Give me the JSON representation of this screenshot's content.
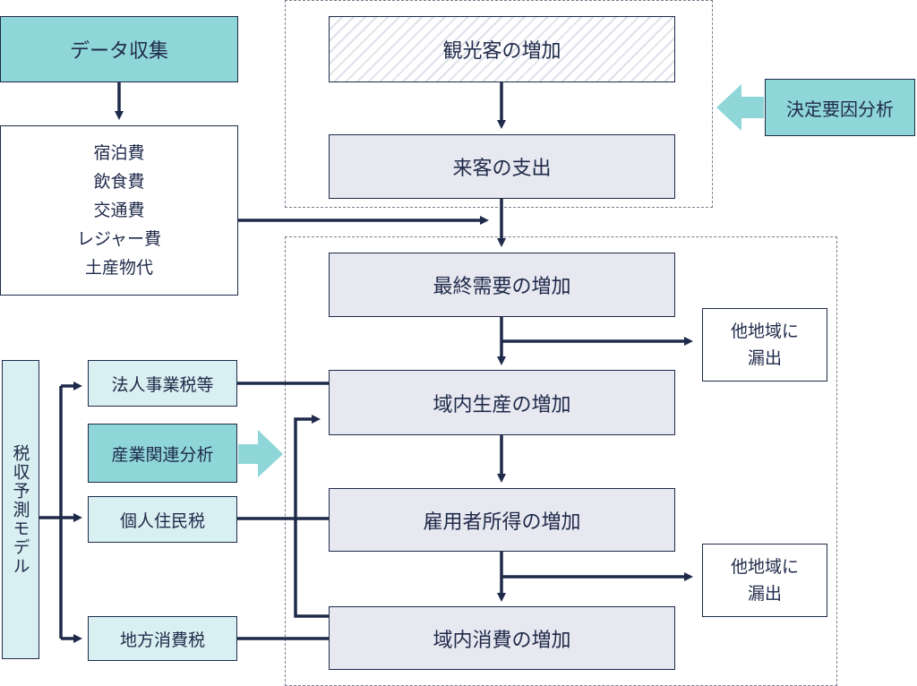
{
  "data_collection": "データ収集",
  "expenses": [
    "宿泊費",
    "飲食費",
    "交通費",
    "レジャー費",
    "土産物代"
  ],
  "determinant_analysis": "決定要因分析",
  "io_analysis": "産業関連分析",
  "tax_model": "税収予測モデル",
  "taxes": {
    "corporate": "法人事業税等",
    "resident": "個人住民税",
    "consumption": "地方消費税"
  },
  "flow": {
    "tourists": "観光客の増加",
    "spending": "来客の支出",
    "final_demand": "最終需要の増加",
    "production": "域内生産の増加",
    "income": "雇用者所得の増加",
    "consumption": "域内消費の増加"
  },
  "leak_1": [
    "他地域に",
    "漏出"
  ],
  "leak_2": [
    "他地域に",
    "漏出"
  ]
}
